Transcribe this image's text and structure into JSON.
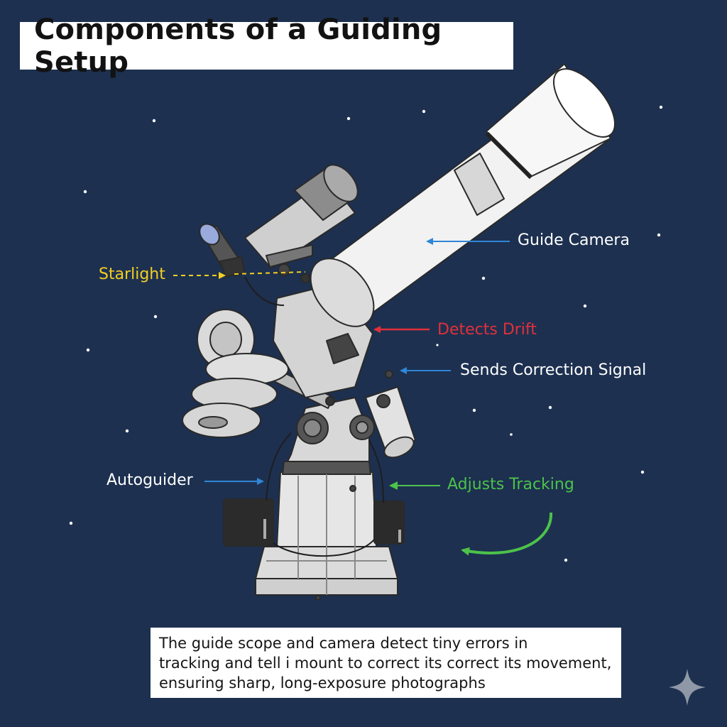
{
  "title": "Components of a Guiding Setup",
  "labels": {
    "guide_camera": "Guide Camera",
    "starlight": "Starlight",
    "detects_drift": "Detects Drift",
    "sends_correction": "Sends Correction Signal",
    "autoguider": "Autoguider",
    "adjusts_tracking": "Adjusts Tracking"
  },
  "description": {
    "line1": "The guide scope and camera detect tiny errors in",
    "line2": "tracking and tell i mount to correct its correct its movement,",
    "line3": "ensuring sharp, long-exposure photographs"
  },
  "colors": {
    "background": "#1d3050",
    "blue_arrow": "#2f86d6",
    "yellow": "#f2cf1f",
    "red": "#e0303a",
    "green": "#4cc24a",
    "white_text": "#ffffff"
  },
  "icons": {
    "corner": "sparkle-icon"
  }
}
